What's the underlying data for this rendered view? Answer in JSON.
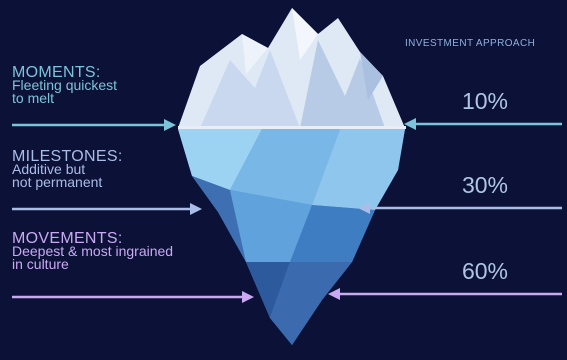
{
  "approach_title": "INVESTMENT APPROACH",
  "tiers": [
    {
      "title": "MOMENTS:",
      "line1": "Fleeting quickest",
      "line2": "to melt",
      "percent": "10%",
      "color": "#7cc4d9"
    },
    {
      "title": "MILESTONES:",
      "line1": "Additive but",
      "line2": "not permanent",
      "percent": "30%",
      "color": "#a9bde6"
    },
    {
      "title": "MOVEMENTS:",
      "line1": "Deepest & most ingrained",
      "line2": "in culture",
      "percent": "60%",
      "color": "#c9a9f2"
    }
  ]
}
